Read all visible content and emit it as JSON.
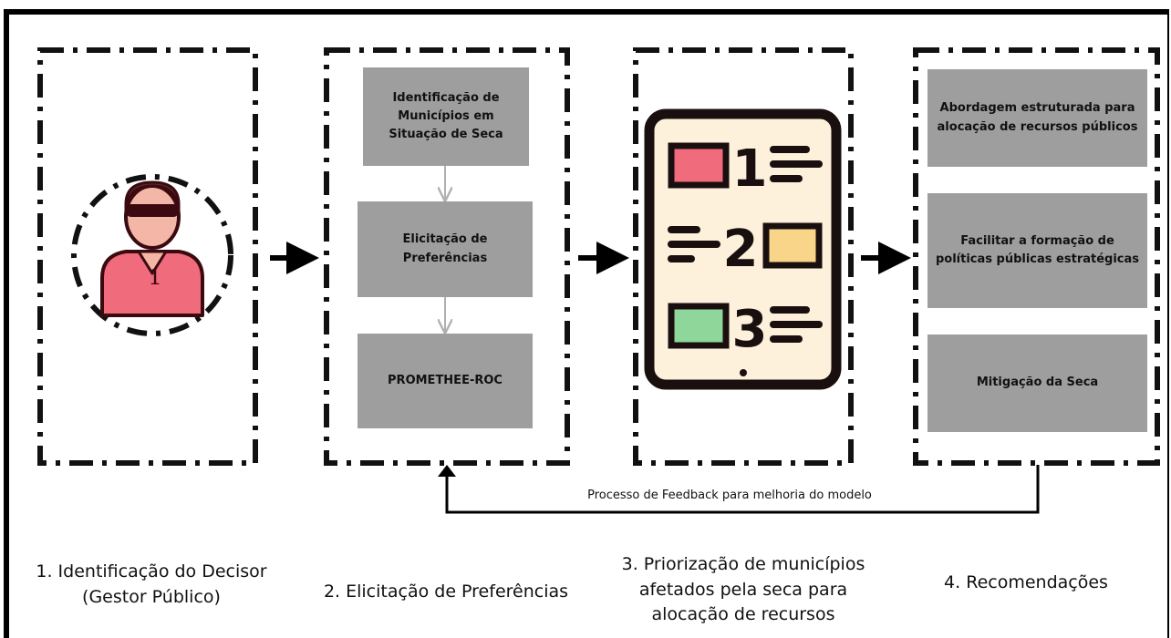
{
  "colors": {
    "box_fill": "#9e9e9e",
    "dash": "#111111",
    "pink": "#f06b7b",
    "yellow": "#f9d58a",
    "green": "#8fd69a",
    "doc_bg": "#fdf1dc"
  },
  "stage1": {
    "icon": "user-icon",
    "badge": "1",
    "caption": "1. Identificação do Decisor (Gestor Público)"
  },
  "stage2": {
    "boxes": [
      "Identificação de Municípios em Situação de Seca",
      "Elicitação de Preferências",
      "PROMETHEE-ROC"
    ],
    "caption": "2. Elicitação de Preferências"
  },
  "stage3": {
    "icon": "ranked-list-icon",
    "ranks": [
      "1",
      "2",
      "3"
    ],
    "caption": "3. Priorização de municípios afetados pela seca para alocação de recursos"
  },
  "stage4": {
    "boxes": [
      "Abordagem estruturada para alocação de recursos públicos",
      "Facilitar a formação de políticas públicas estratégicas",
      "Mitigação da Seca"
    ],
    "caption": "4. Recomendações"
  },
  "feedback": {
    "label": "Processo de Feedback para melhoria do modelo"
  }
}
